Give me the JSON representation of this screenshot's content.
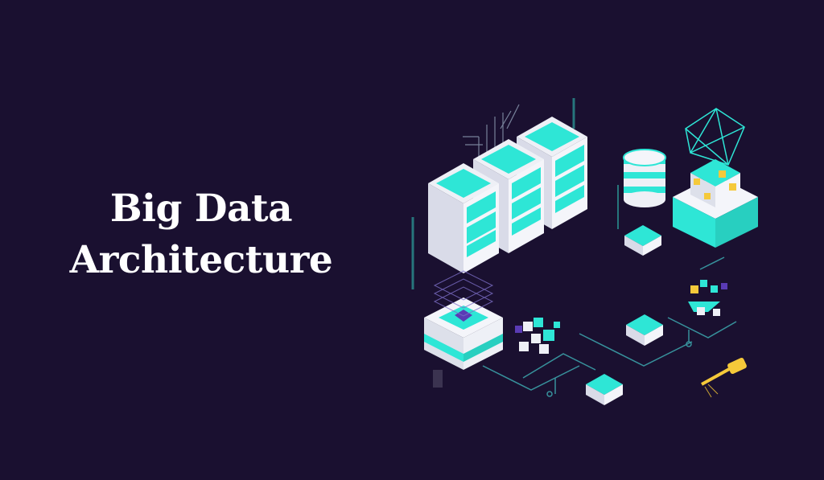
{
  "banner": {
    "title_line1": "Big Data",
    "title_line2": "Architecture"
  },
  "colors": {
    "background": "#1a1030",
    "accent_cyan": "#2ee6d6",
    "server_white": "#eef0f6",
    "server_shade": "#c9cbe0",
    "circuit_line": "#3fb3b8",
    "purple_cube": "#5a3bb5",
    "yellow": "#f5c93a"
  },
  "illustration": {
    "elements": [
      "server-rack-1",
      "server-rack-2",
      "server-rack-3",
      "database-cylinder",
      "data-cube-with-crystal",
      "data-node-platform",
      "cube-cluster",
      "key",
      "circuit-lines"
    ]
  }
}
